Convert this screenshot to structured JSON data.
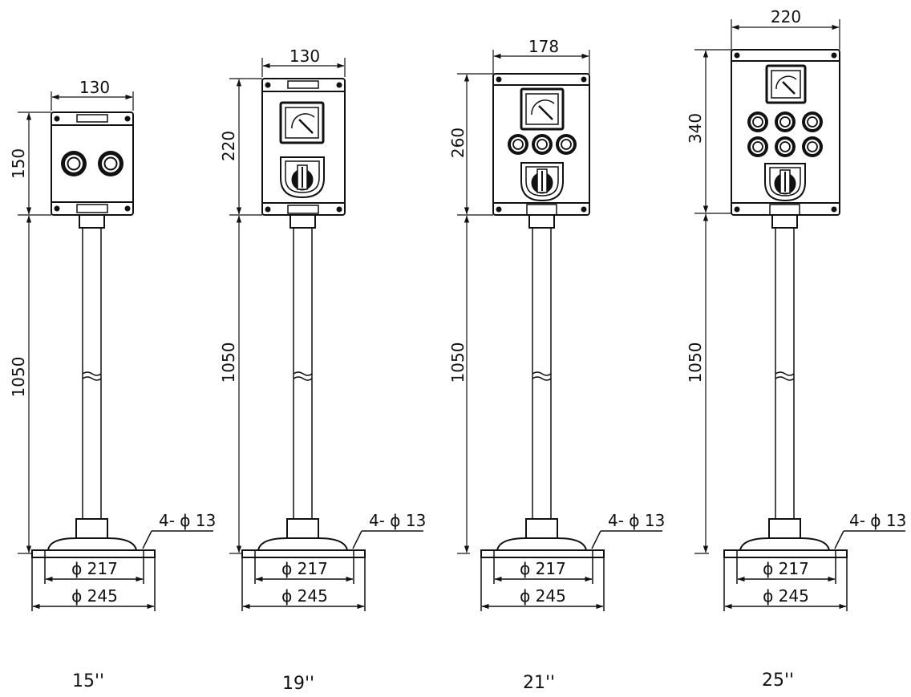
{
  "units": [
    {
      "width_label": "130",
      "height_label": "150",
      "pole_label": "1050",
      "hole_label": "4- ϕ 13",
      "inner_dia_label": "ϕ 217",
      "outer_dia_label": "ϕ 245",
      "caption": "15''",
      "devices": [
        "pushbutton",
        "pushbutton"
      ]
    },
    {
      "width_label": "130",
      "height_label": "220",
      "pole_label": "1050",
      "hole_label": "4- ϕ 13",
      "inner_dia_label": "ϕ 217",
      "outer_dia_label": "ϕ 245",
      "caption": "19''",
      "devices": [
        "meter",
        "selector-switch"
      ]
    },
    {
      "width_label": "178",
      "height_label": "260",
      "pole_label": "1050",
      "hole_label": "4- ϕ 13",
      "inner_dia_label": "ϕ 217",
      "outer_dia_label": "ϕ 245",
      "caption": "21''",
      "devices": [
        "meter",
        "pushbutton",
        "pushbutton",
        "pushbutton",
        "selector-switch"
      ]
    },
    {
      "width_label": "220",
      "height_label": "340",
      "pole_label": "1050",
      "hole_label": "4- ϕ 13",
      "inner_dia_label": "ϕ 217",
      "outer_dia_label": "ϕ 245",
      "caption": "25''",
      "devices": [
        "meter",
        "pushbutton",
        "pushbutton",
        "pushbutton",
        "pushbutton",
        "pushbutton",
        "pushbutton",
        "selector-switch"
      ]
    }
  ]
}
